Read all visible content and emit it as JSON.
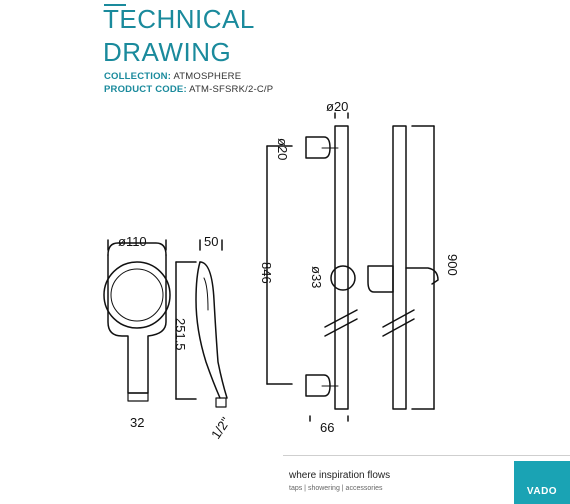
{
  "header": {
    "title_line1": "TECHNICAL",
    "title_line2": "DRAWING",
    "collection_label": "COLLECTION:",
    "collection_value": "ATMOSPHERE",
    "product_code_label": "PRODUCT CODE:",
    "product_code_value": "ATM-SFSRK/2-C/P"
  },
  "dimensions": {
    "handset_diameter": "ø110",
    "handset_depth": "50",
    "handset_length": "251.5",
    "handle_width": "32",
    "hose_thread": "1/2\"",
    "bracket_top": "ø20",
    "rail_diameter": "ø20",
    "rail_centers": "846",
    "slider_diameter": "ø33",
    "bracket_projection": "66",
    "rail_length": "900"
  },
  "footer": {
    "tagline": "where inspiration flows",
    "subline": "taps | showering | accessories",
    "logo": "VADO"
  },
  "colors": {
    "accent": "#1a8a9c",
    "logo_bg": "#1aa3b4",
    "line": "#111111"
  }
}
